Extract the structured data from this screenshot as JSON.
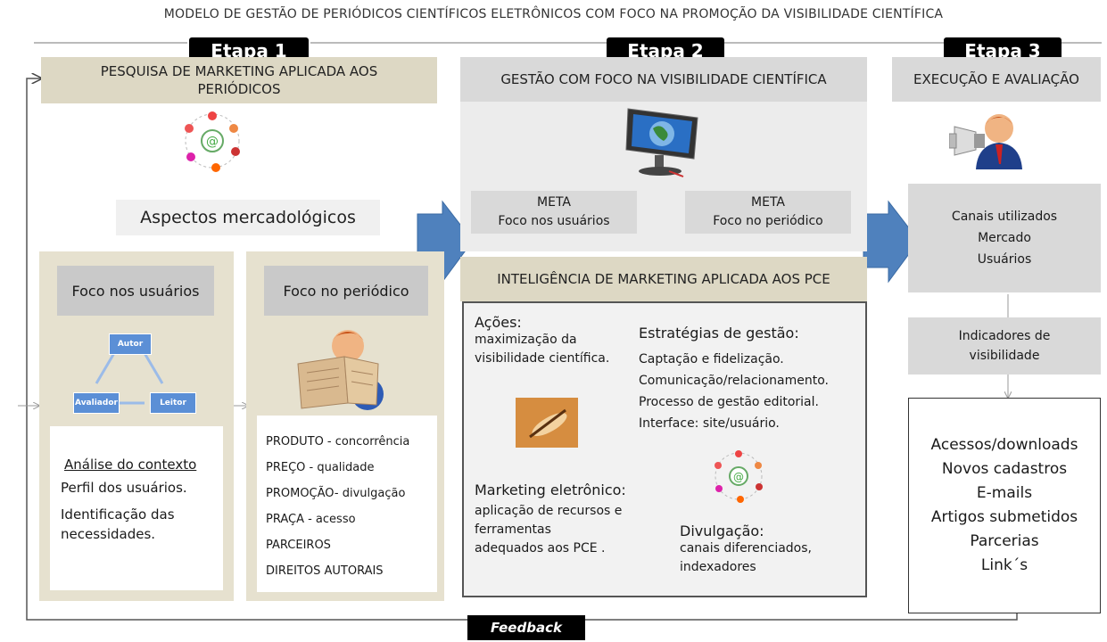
{
  "title": "MODELO DE GESTÃO DE PERIÓDICOS CIENTÍFICOS ELETRÔNICOS COM FOCO NA PROMOÇÃO DA VISIBILIDADE CIENTÍFICA",
  "stages": [
    "Etapa 1",
    "Etapa 2",
    "Etapa 3"
  ],
  "etapa1": {
    "header": "PESQUISA DE MARKETING APLICADA AOS PERIÓDICOS",
    "aspects": "Aspectos mercadológicos",
    "users_box": {
      "title": "Foco nos usuários",
      "roles": [
        "Autor",
        "Avaliador",
        "Leitor"
      ],
      "analysis_title": "Análise do contexto",
      "items": [
        "Perfil dos usuários.",
        "Identificação das necessidades."
      ]
    },
    "journal_box": {
      "title": "Foco no periódico",
      "items": [
        "PRODUTO - concorrência",
        "PREÇO - qualidade",
        "PROMOÇÃO- divulgação",
        "PRAÇA - acesso",
        "PARCEIROS",
        "DIREITOS AUTORAIS"
      ]
    }
  },
  "etapa2": {
    "header": "GESTÃO COM FOCO NA VISIBILIDADE CIENTÍFICA",
    "meta_left": [
      "META",
      "Foco nos usuários"
    ],
    "meta_right": [
      "META",
      "Foco no periódico"
    ],
    "intel_header": "INTELIGÊNCIA DE MARKETING APLICADA AOS PCE",
    "acoes_title": "Ações:",
    "acoes_text": [
      "maximização da",
      "visibilidade científica."
    ],
    "estrategias_title": "Estratégias de gestão:",
    "estrategias_items": [
      "Captação e fidelização.",
      "Comunicação/relacionamento.",
      "Processo de gestão editorial.",
      "Interface: site/usuário."
    ],
    "marketing_title": "Marketing eletrônico:",
    "marketing_text": [
      "aplicação de recursos e",
      "ferramentas",
      "adequados aos PCE ."
    ],
    "divulgacao_title": "Divulgação:",
    "divulgacao_text": [
      "canais diferenciados,",
      "indexadores"
    ]
  },
  "etapa3": {
    "header": "EXECUÇÃO E AVALIAÇÃO",
    "channels": [
      "Canais utilizados",
      "Mercado",
      "Usuários"
    ],
    "indicators": [
      "Indicadores de",
      "visibilidade"
    ],
    "results": [
      "Acessos/downloads",
      "Novos cadastros",
      "E-mails",
      "Artigos submetidos",
      "Parcerias",
      "Link´s"
    ]
  },
  "feedback": "Feedback",
  "colors": {
    "tan": "#ddd8c4",
    "gray": "#d9d9d9",
    "arrow_blue": "#4f81bd",
    "stage_black": "#000000"
  }
}
